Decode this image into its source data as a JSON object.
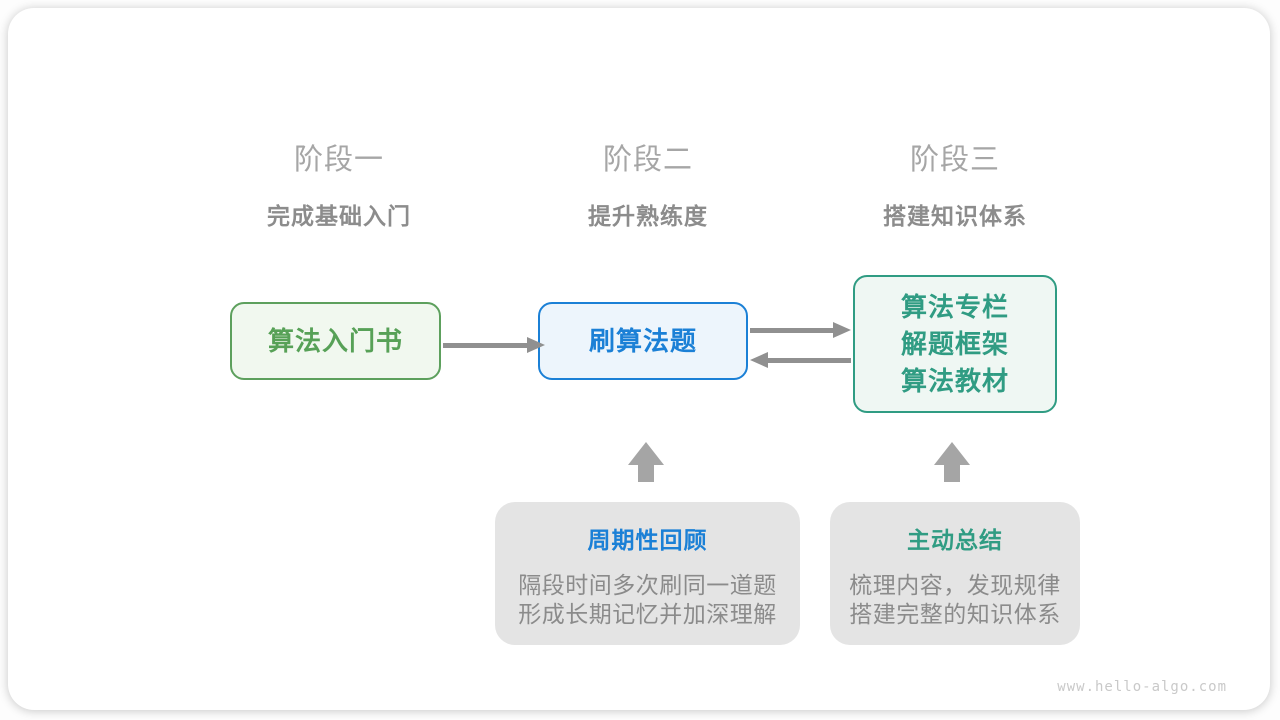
{
  "stages": [
    {
      "label": "阶段一",
      "subtitle": "完成基础入门"
    },
    {
      "label": "阶段二",
      "subtitle": "提升熟练度"
    },
    {
      "label": "阶段三",
      "subtitle": "搭建知识体系"
    }
  ],
  "flow": {
    "box1": {
      "lines": [
        "算法入门书"
      ]
    },
    "box2": {
      "lines": [
        "刷算法题"
      ]
    },
    "box3": {
      "lines": [
        "算法专栏",
        "解题框架",
        "算法教材"
      ]
    }
  },
  "panels": [
    {
      "title": "周期性回顾",
      "lines": [
        "隔段时间多次刷同一道题",
        "形成长期记忆并加深理解"
      ]
    },
    {
      "title": "主动总结",
      "lines": [
        "梳理内容，发现规律",
        "搭建完整的知识体系"
      ]
    }
  ],
  "watermark": "www.hello-algo.com",
  "colors": {
    "green_border": "#5da05d",
    "green_bg": "#f1f8ef",
    "green_text": "#57a157",
    "blue_border": "#1b80d6",
    "blue_bg": "#edf5fc",
    "blue_text": "#1b80d6",
    "teal_border": "#309c83",
    "teal_bg": "#eff7f3",
    "teal_text": "#309c83",
    "arrow_gray": "#909090",
    "block_arrow_gray": "#a5a5a5",
    "panel_bg": "#e4e4e4",
    "panel_desc_text": "#8b8b8b",
    "stage_label_text": "#a6a6a6",
    "stage_subtitle_text": "#8c8c8c",
    "watermark_text": "#c9c9c9"
  }
}
